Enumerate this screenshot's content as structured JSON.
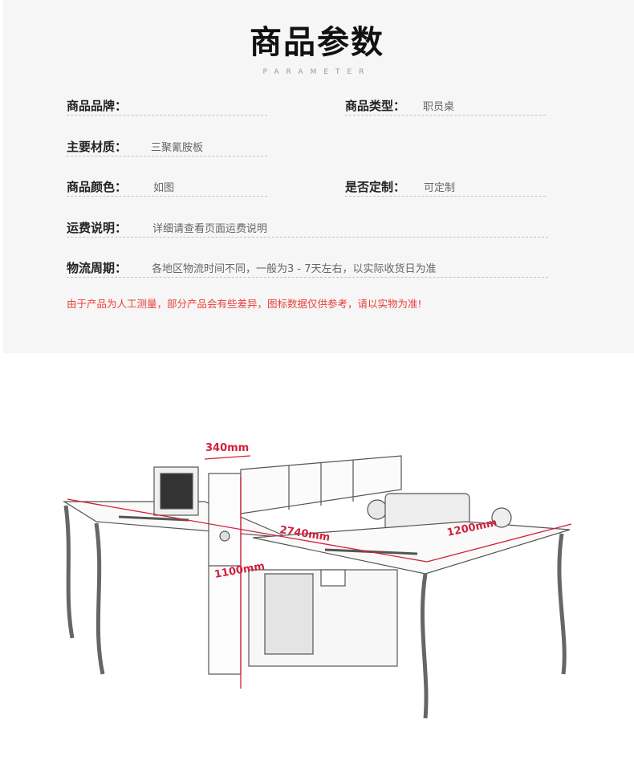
{
  "title": "商品参数",
  "subtitle": "PARAMETER",
  "params": {
    "brand": {
      "label": "商品品牌：",
      "value": ""
    },
    "type": {
      "label": "商品类型：",
      "value": "职员桌"
    },
    "material": {
      "label": "主要材质：",
      "value": "三聚氰胺板"
    },
    "color": {
      "label": "商品颜色：",
      "value": "如图"
    },
    "custom": {
      "label": "是否定制：",
      "value": "可定制"
    },
    "shipping": {
      "label": "运费说明：",
      "value": "详细请查看页面运费说明"
    },
    "delivery": {
      "label": "物流周期：",
      "value": "各地区物流时间不同，一般为3 - 7天左右，以实际收货日为准"
    }
  },
  "note": "由于产品为人工测量，部分产品会有些差异，图标数据仅供参考，请以实物为准!",
  "dimensions": {
    "depth_cabinet": "340mm",
    "length": "2740mm",
    "height": "1100mm",
    "width": "1200mm"
  },
  "colors": {
    "accent": "#d21f3c",
    "note": "#e8413c",
    "panel_bg": "#f6f6f6"
  }
}
